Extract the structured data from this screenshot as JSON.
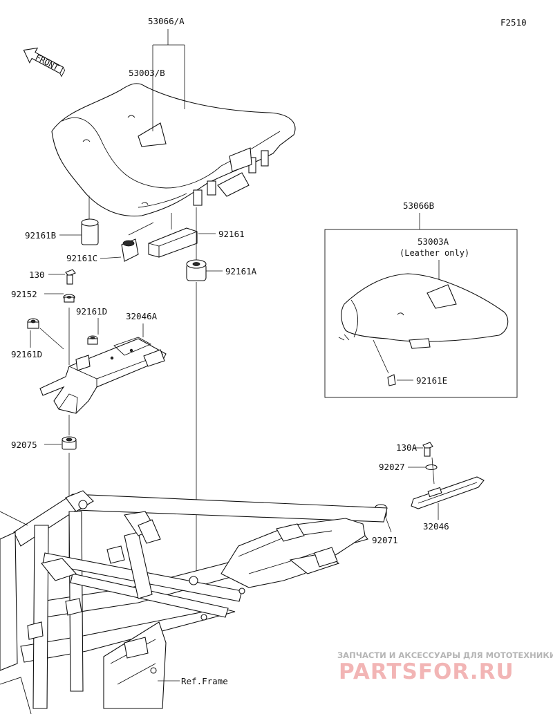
{
  "figure_code": "F2510",
  "front_marker": "FRONT",
  "parts": {
    "seat_assy_a": "53066/A",
    "seat_cover_b": "53003/B",
    "damper_b": "92161B",
    "damper_c": "92161C",
    "block": "92161",
    "damper_a": "92161A",
    "bolt_130": "130",
    "washer_92152": "92152",
    "damper_d_left": "92161D",
    "damper_d_right": "92161D",
    "bracket_a": "32046A",
    "damper_92075": "92075",
    "seat_assy_b": "53066B",
    "seat_cover_a": "53003A",
    "leather_note": "(Leather only)",
    "damper_e": "92161E",
    "bolt_130a": "130A",
    "collar_92027": "92027",
    "bracket": "32046",
    "damper_92071": "92071",
    "ref_frame": "Ref.Frame"
  },
  "watermark": {
    "line1": "ЗАПЧАСТИ И АКСЕССУАРЫ ДЛЯ МОТОТЕХНИКИ",
    "line2": "PARTSFOR.RU"
  }
}
